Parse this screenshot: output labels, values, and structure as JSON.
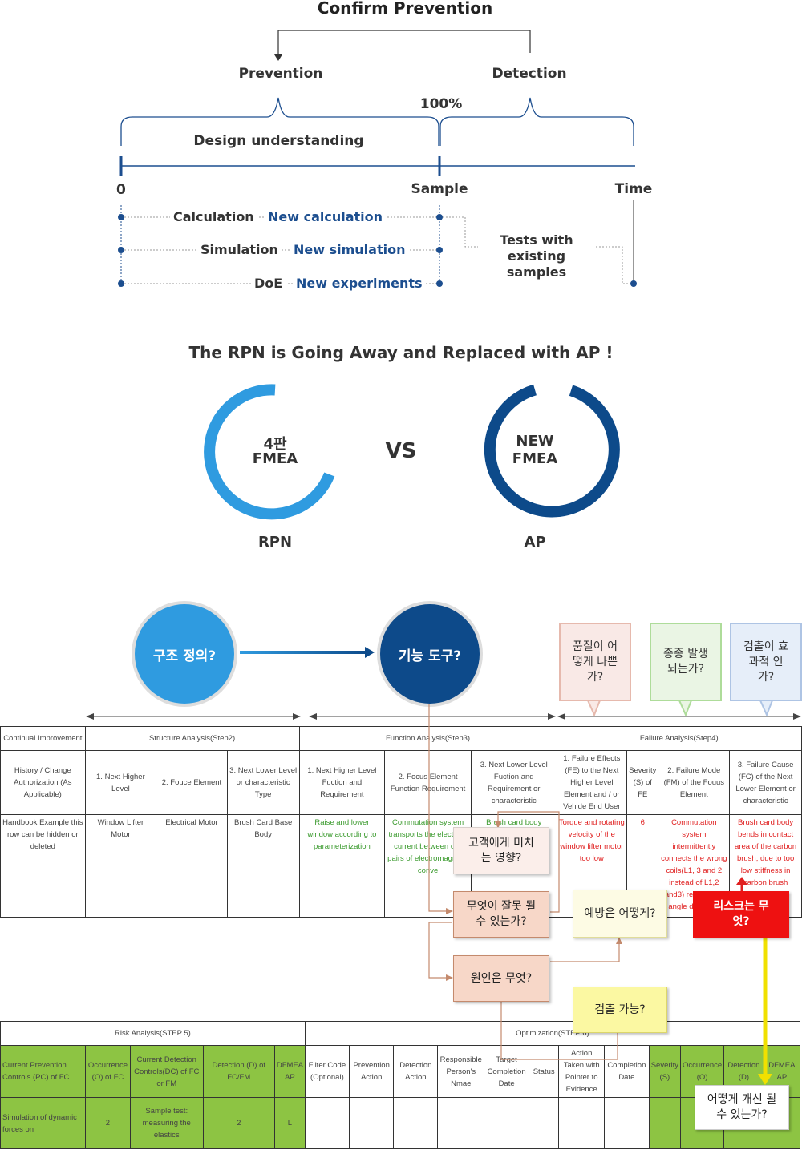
{
  "section1": {
    "title": "Confirm Prevention",
    "prevention": "Prevention",
    "detection": "Detection",
    "percent": "100%",
    "design": "Design understanding",
    "axis_zero": "0",
    "axis_sample": "Sample",
    "axis_time": "Time",
    "rows": [
      {
        "label": "Calculation",
        "new": "New calculation"
      },
      {
        "label": "Simulation",
        "new": "New simulation"
      },
      {
        "label": "DoE",
        "new": "New experiments"
      }
    ],
    "tests": "Tests with existing samples"
  },
  "section2": {
    "title": "The RPN is Going Away and Replaced with AP !",
    "left_center_line1": "4판",
    "left_center_line2": "FMEA",
    "left_label": "RPN",
    "vs": "VS",
    "right_center_line1": "NEW",
    "right_center_line2": "FMEA",
    "right_label": "AP",
    "colors": {
      "light": "#2f9be0",
      "dark": "#0d4a8a"
    }
  },
  "section3": {
    "circle_left": "구조 정의?",
    "circle_right": "기능 도구?",
    "bubbles": [
      "품질이 어떻게 나쁜가?",
      "종종 발생 되는가?",
      "검출이 효과적 인가?"
    ],
    "table1": {
      "headers": [
        "Continual Improvement",
        "Structure Analysis(Step2)",
        "Function Analysis(Step3)",
        "Failure Analysis(Step4)"
      ],
      "subheaders": [
        "History / Change Authorization (As Applicable)",
        "1. Next Higher Level",
        "2. Fouce Element",
        "3. Next Lower Level or characteristic Type",
        "1. Next Higher Level Fuction and Requirement",
        "2. Focus Element Function Requirement",
        "3. Next Lower Level Fuction and Requirement or characteristic",
        "1. Failure Effects (FE) to the Next Higher Level Element and / or Vehide End User",
        "Severity (S) of FE",
        "2. Failure Mode (FM) of the Fouus Element",
        "3. Failure Cause (FC) of the Next Lower Element or characteristic"
      ],
      "row": [
        "Handbook Example this row can be hidden or deleted",
        "Window Lifter Motor",
        "Electrical Motor",
        "Brush Card Base Body",
        "Raise and lower window according to parameterization",
        "Commutation system transports the electrical current between coil pairs of electromagnetic conve",
        "Brush card body transports forces between spring and",
        "Torque and rotating velocity of the window lifter motor too low",
        "6",
        "Commutation system intermittently connects the wrong coils(L1, 3 and 2 instead of L1,2 and3) resulting in angle deviation",
        "Brush card body bends in contact area of the carbon brush, due to too low stiffness in carbon brush contact brush contact area"
      ]
    },
    "callouts": {
      "impact": "고객에게 미치는 영향?",
      "wrong": "무엇이 잘못 될 수 있는가?",
      "cause": "원인은 무엇?",
      "prevention": "예방은 어떻게?",
      "risk": "리스크는 무엇?",
      "detect": "검출 가능?",
      "improve": "어떻게 개선 될 수 있는가?"
    },
    "table2": {
      "risk_header": "Risk Analysis(STEP 5)",
      "opt_header": "Optimization(STEP 6)",
      "risk_sub": [
        "Current Prevention Controls (PC) of FC",
        "Occurrence (O) of FC",
        "Current Detection Controls(DC) of FC or FM",
        "Detection (D) of FC/FM",
        "DFMEA AP"
      ],
      "opt_sub": [
        "Filter Code (Optional)",
        "Prevention Action",
        "Detection Action",
        "Responsible Person's Nmae",
        "Target Completion Date",
        "Status",
        "Action Taken with Pointer to Evidence",
        "Completion Date",
        "Severity (S)",
        "Occurrence (O)",
        "Detection (D)",
        "DFMEA AP"
      ],
      "risk_row": [
        "Simulation of dynamic forces on",
        "2",
        "Sample test: measuring the elastics",
        "2",
        "L"
      ]
    }
  }
}
